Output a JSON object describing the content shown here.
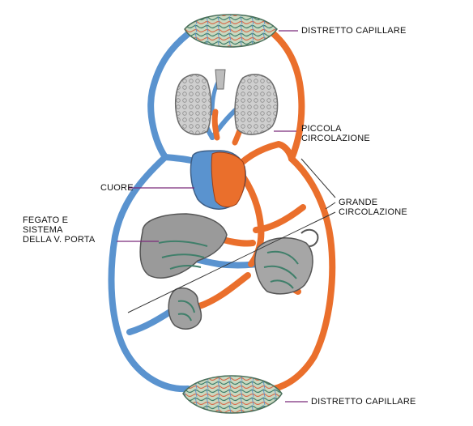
{
  "labels": {
    "capillary_top": "DISTRETTO CAPILLARE",
    "pulmonary": [
      "PICCOLA",
      "CIRCOLAZIONE"
    ],
    "heart": "CUORE",
    "systemic": [
      "GRANDE",
      "CIRCOLAZIONE"
    ],
    "liver": [
      "FEGATO E",
      "SISTEMA",
      "DELLA V. PORTA"
    ],
    "capillary_bottom": "DISTRETTO CAPILLARE"
  },
  "colors": {
    "venous": "#5a93cf",
    "arterial": "#ea6f2c",
    "organ": "#8c8c8c",
    "capillary_green": "#4a8c6e",
    "leader": "#7a2a7a"
  }
}
